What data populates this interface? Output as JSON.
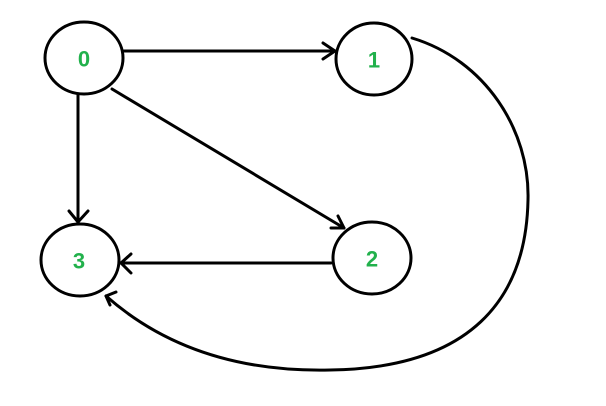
{
  "graph": {
    "label_color": "#22b14c",
    "line_color": "#000000",
    "nodes": [
      {
        "id": "0",
        "label": "0"
      },
      {
        "id": "1",
        "label": "1"
      },
      {
        "id": "2",
        "label": "2"
      },
      {
        "id": "3",
        "label": "3"
      }
    ],
    "edges": [
      {
        "from": "0",
        "to": "1"
      },
      {
        "from": "0",
        "to": "2"
      },
      {
        "from": "0",
        "to": "3"
      },
      {
        "from": "2",
        "to": "3"
      },
      {
        "from": "1",
        "to": "3"
      }
    ]
  }
}
